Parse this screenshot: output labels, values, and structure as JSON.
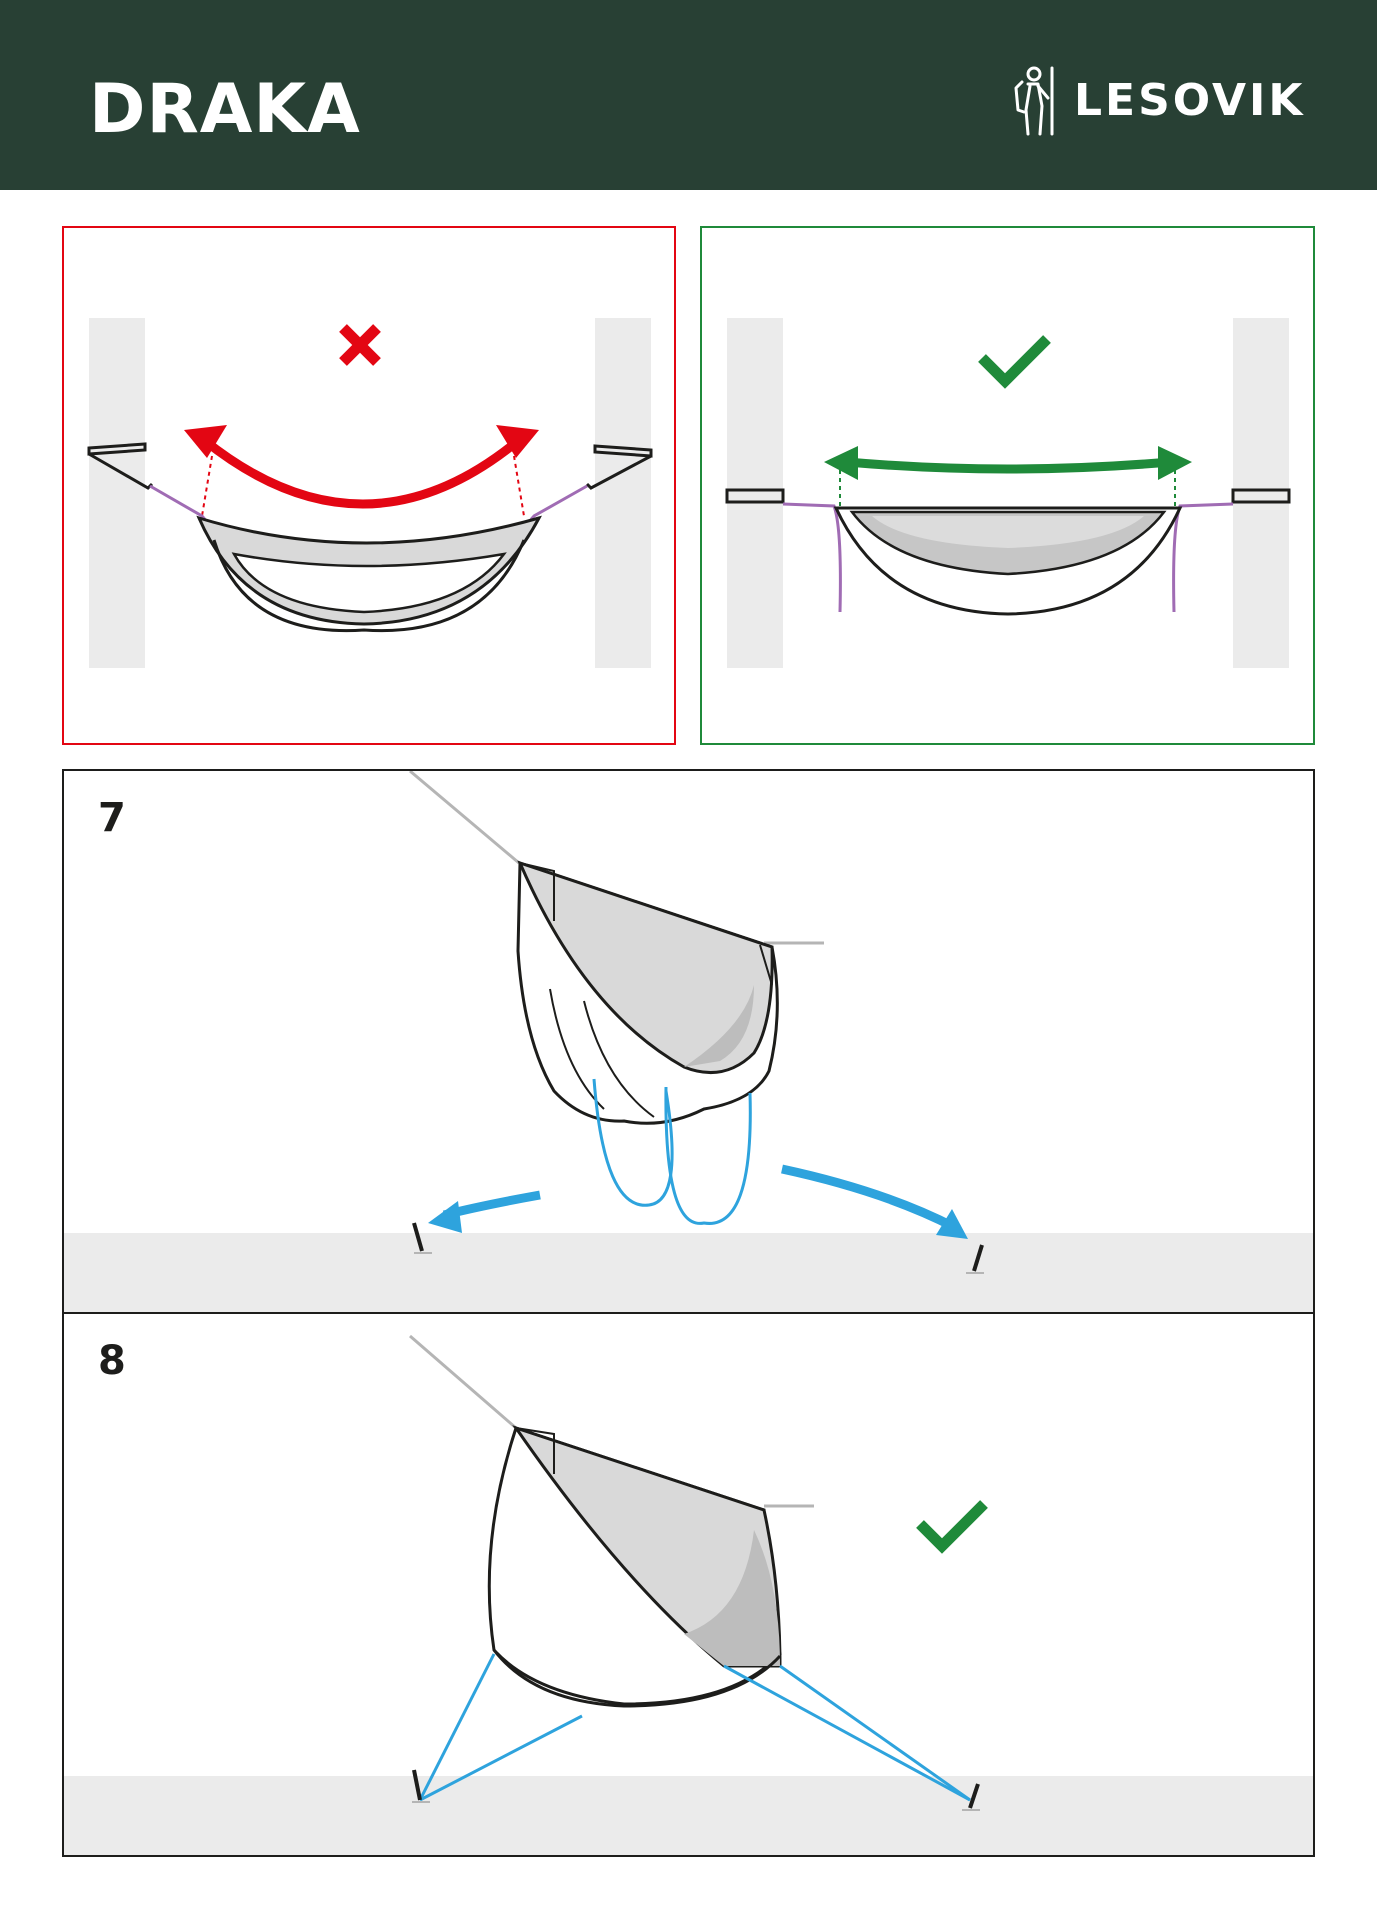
{
  "header": {
    "title": "DRAKA",
    "brand": {
      "name": "LESOVIK",
      "icon": "hiker-logo-icon"
    }
  },
  "colors": {
    "header_bg": "#284034",
    "wrong": "#e30613",
    "right": "#1f8a3a",
    "guyline": "#2ea3dd",
    "ridgeline": "#a06cb4",
    "ground": "#ebebeb",
    "tree": "#ebebeb"
  },
  "panels": [
    {
      "id": "wrong-setup",
      "verdict_icon": "cross-icon"
    },
    {
      "id": "correct-setup",
      "verdict_icon": "checkmark-icon"
    }
  ],
  "steps": [
    {
      "number": "7"
    },
    {
      "number": "8",
      "verdict_icon": "checkmark-icon"
    }
  ]
}
